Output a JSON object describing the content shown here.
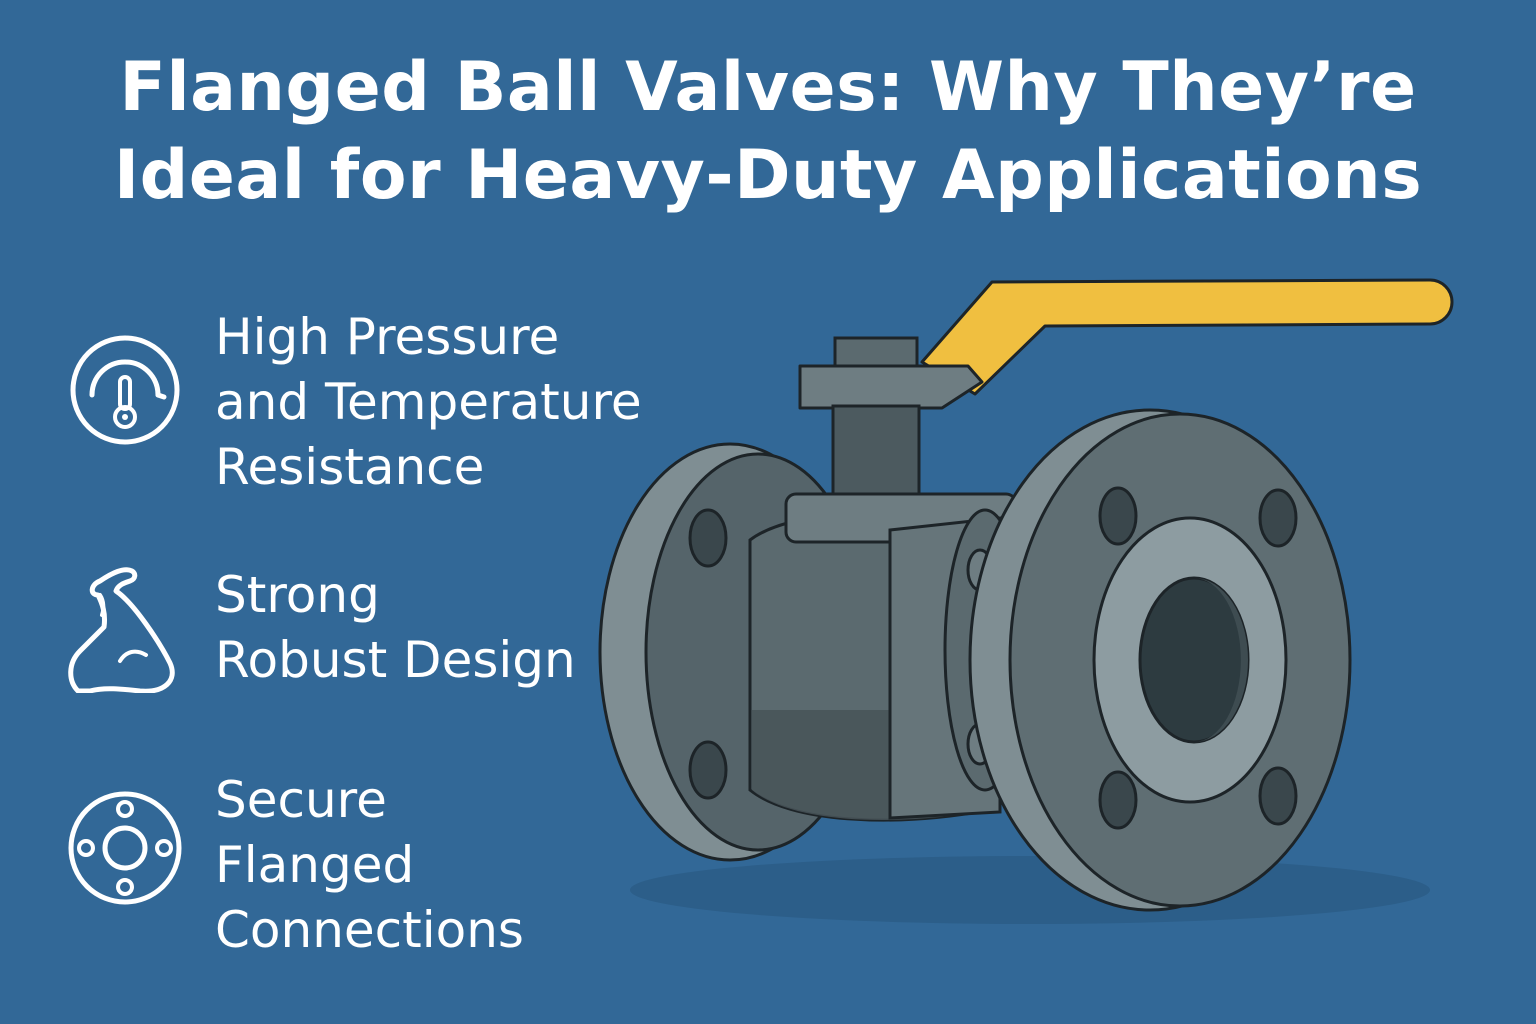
{
  "title": {
    "line1": "Flanged Ball Valves: Why They’re",
    "line2": "Ideal for Heavy-Duty Applications"
  },
  "features": [
    {
      "icon": "pressure-gauge-icon",
      "lines": [
        "High Pressure",
        "and Temperature",
        "Resistance"
      ]
    },
    {
      "icon": "flexed-arm-icon",
      "lines": [
        "Strong",
        "Robust Design"
      ]
    },
    {
      "icon": "flange-bolt-pattern-icon",
      "lines": [
        "Secure",
        "Flanged",
        "Connections"
      ]
    }
  ],
  "colors": {
    "background": "#326897",
    "text": "#ffffff",
    "handle": "#f0bf40",
    "valve_body": "#5b6a6f",
    "valve_dark": "#3f4c51",
    "valve_light": "#7f8e93",
    "outline": "#1d2428"
  }
}
